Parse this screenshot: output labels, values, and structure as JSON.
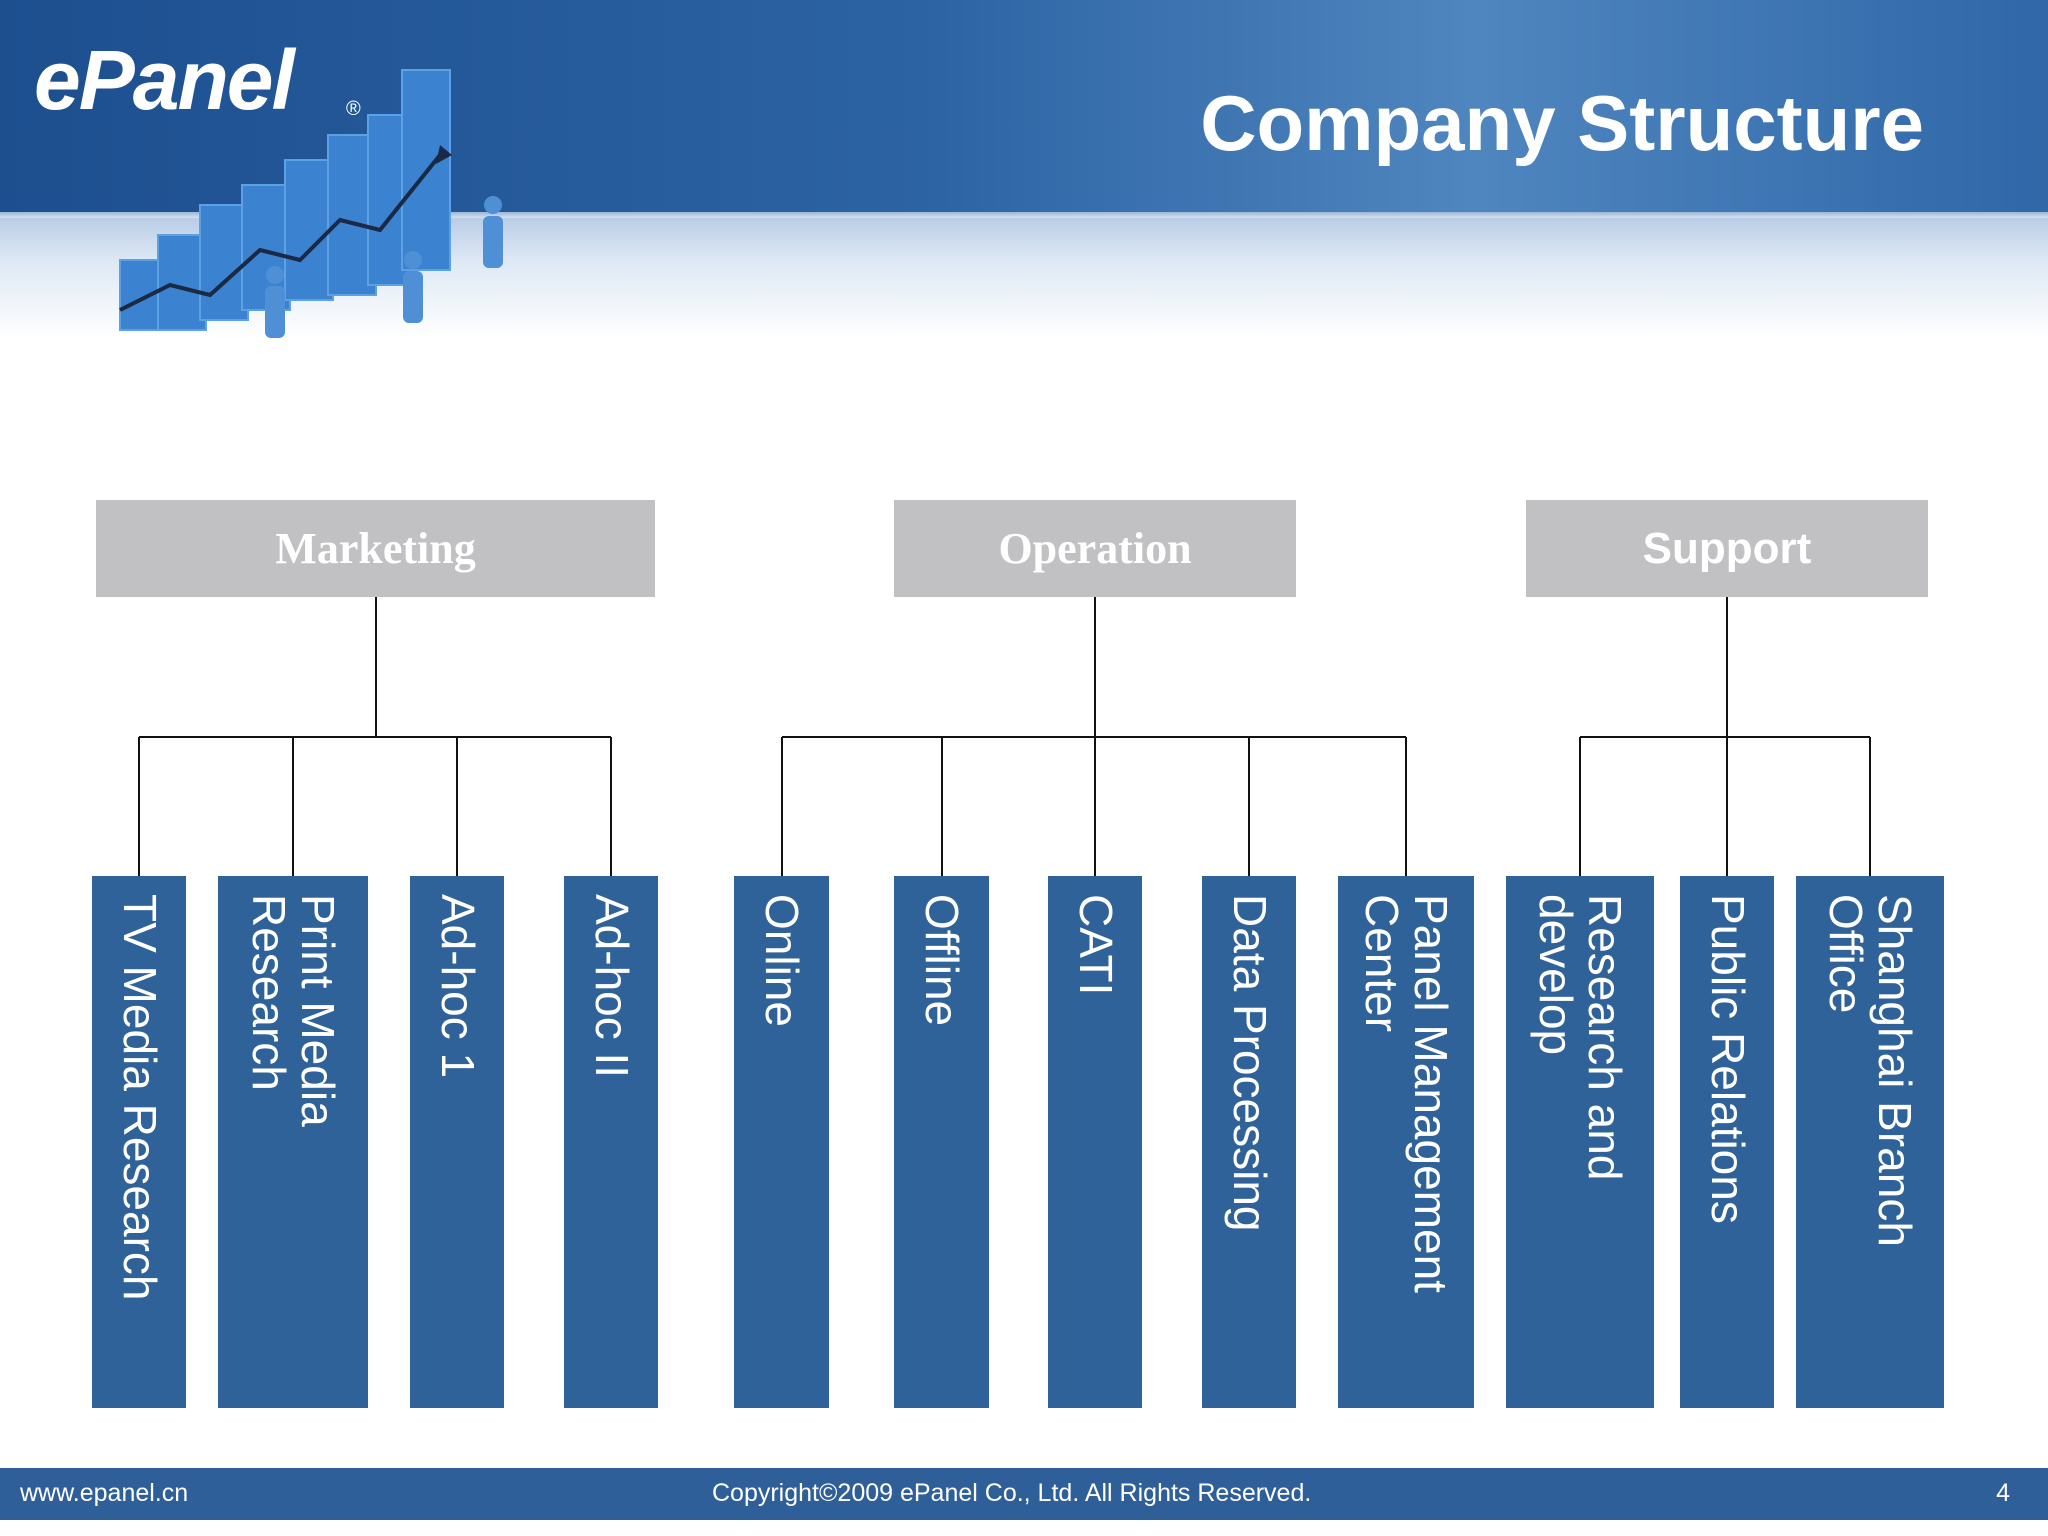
{
  "header": {
    "logo": "ePanel",
    "logo_mark": "®",
    "title": "Company Structure",
    "illustration": "bar-chart-with-business-figures"
  },
  "colors": {
    "header_blue": "#2c63a3",
    "unit_box": "#2f6299",
    "department_box": "#c1c0c3",
    "footer": "#2f5f98"
  },
  "org": {
    "departments": [
      {
        "name": "Marketing",
        "units": [
          [
            "TV Media Research"
          ],
          [
            "Print Media",
            "Research"
          ],
          [
            "Ad-hoc 1"
          ],
          [
            "Ad-hoc II"
          ]
        ]
      },
      {
        "name": "Operation",
        "units": [
          [
            "Online"
          ],
          [
            "Offline"
          ],
          [
            "CATI"
          ],
          [
            "Data Processing"
          ],
          [
            "Panel Management",
            "Center"
          ]
        ]
      },
      {
        "name": "Support",
        "units": [
          [
            "Research and",
            "develop"
          ],
          [
            "Public Relations"
          ],
          [
            "Shanghai Branch",
            "Office"
          ]
        ]
      }
    ]
  },
  "footer": {
    "website": "www.epanel.cn",
    "copyright": "Copyright©2009 ePanel Co., Ltd. All Rights Reserved.",
    "page_number": "4"
  }
}
